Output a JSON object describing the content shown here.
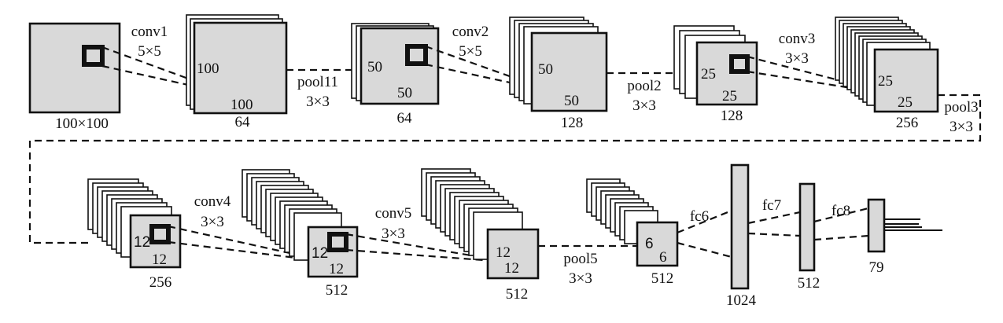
{
  "blocks": {
    "input": {
      "label": "100×100"
    },
    "conv1_out": {
      "h": "100",
      "w": "100",
      "depth": "64"
    },
    "pool1_out": {
      "h": "50",
      "w": "50",
      "depth": "64"
    },
    "conv2_out": {
      "h": "50",
      "w": "50",
      "depth": "128"
    },
    "pool2_out": {
      "h": "25",
      "w": "25",
      "depth": "128"
    },
    "conv3_out": {
      "h": "25",
      "w": "25",
      "depth": "256"
    },
    "pool3_out": {
      "h": "12",
      "w": "12",
      "depth": "256"
    },
    "conv4_out": {
      "h": "12",
      "w": "12",
      "depth": "512"
    },
    "conv5_out": {
      "h": "12",
      "w": "12",
      "depth": "512"
    },
    "pool5_out": {
      "h": "6",
      "w": "6",
      "depth": "512"
    },
    "fc6_out": {
      "size": "1024"
    },
    "fc7_out": {
      "size": "512"
    },
    "fc8_out": {
      "size": "79"
    }
  },
  "ops": {
    "conv1": {
      "name": "conv1",
      "kernel": "5×5"
    },
    "pool1": {
      "name": "pool11",
      "kernel": "3×3"
    },
    "conv2": {
      "name": "conv2",
      "kernel": "5×5"
    },
    "pool2": {
      "name": "pool2",
      "kernel": "3×3"
    },
    "conv3": {
      "name": "conv3",
      "kernel": "3×3"
    },
    "pool3": {
      "name": "pool3",
      "kernel": "3×3"
    },
    "conv4": {
      "name": "conv4",
      "kernel": "3×3"
    },
    "conv5": {
      "name": "conv5",
      "kernel": "3×3"
    },
    "pool5": {
      "name": "pool5",
      "kernel": "3×3"
    },
    "fc6": {
      "name": "fc6"
    },
    "fc7": {
      "name": "fc7"
    },
    "fc8": {
      "name": "fc8"
    }
  }
}
